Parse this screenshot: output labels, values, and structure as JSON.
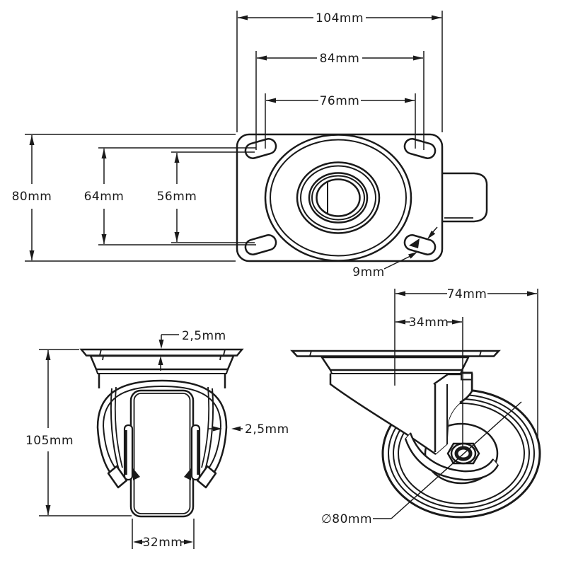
{
  "drawing": {
    "background": "#ffffff",
    "line_color": "#1a1a1a",
    "top_view": {
      "dim_width_outer": "104mm",
      "dim_width_mid": "84mm",
      "dim_width_inner": "76mm",
      "dim_height_outer": "80mm",
      "dim_height_mid": "64mm",
      "dim_height_inner": "56mm",
      "dim_slot_width": "9mm"
    },
    "front_view": {
      "dim_plate_thickness": "2,5mm",
      "dim_fork_thickness": "2,5mm",
      "dim_total_height": "105mm",
      "dim_wheel_width": "32mm"
    },
    "side_view": {
      "dim_overall_length": "74mm",
      "dim_swivel_offset": "34mm",
      "dim_wheel_diameter": "∅80mm"
    }
  }
}
